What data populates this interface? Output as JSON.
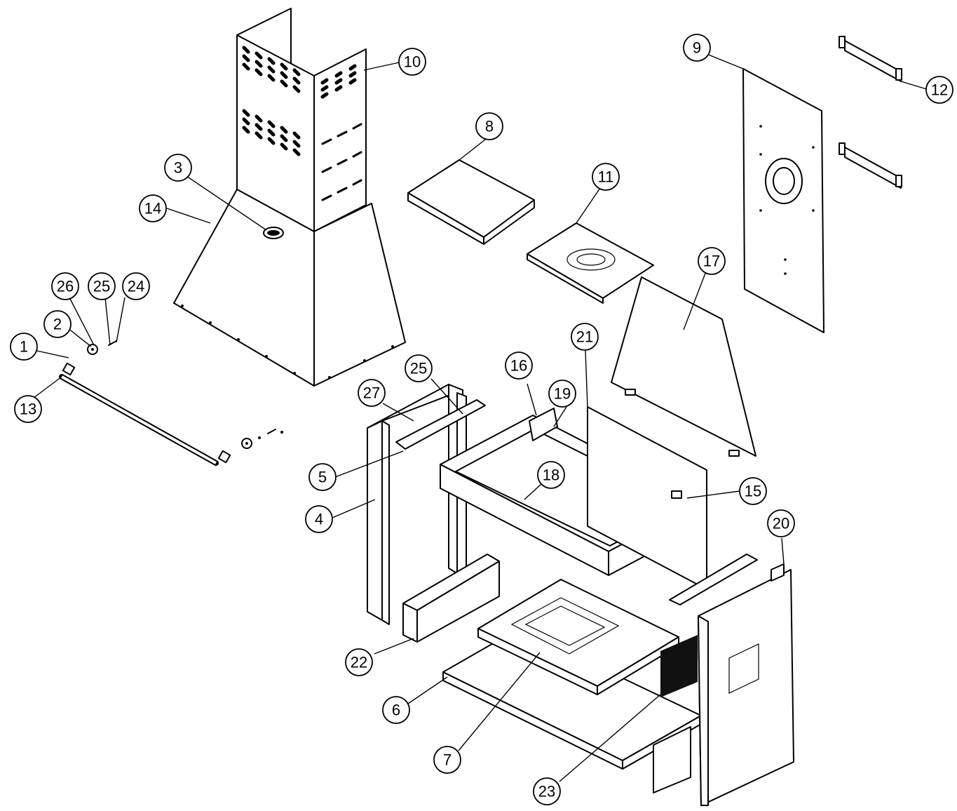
{
  "callouts": [
    {
      "num": "1"
    },
    {
      "num": "2"
    },
    {
      "num": "3"
    },
    {
      "num": "4"
    },
    {
      "num": "5"
    },
    {
      "num": "6"
    },
    {
      "num": "7"
    },
    {
      "num": "8"
    },
    {
      "num": "9"
    },
    {
      "num": "10"
    },
    {
      "num": "11"
    },
    {
      "num": "12"
    },
    {
      "num": "13"
    },
    {
      "num": "14"
    },
    {
      "num": "15"
    },
    {
      "num": "16"
    },
    {
      "num": "17"
    },
    {
      "num": "18"
    },
    {
      "num": "19"
    },
    {
      "num": "20"
    },
    {
      "num": "21"
    },
    {
      "num": "22"
    },
    {
      "num": "23"
    },
    {
      "num": "24"
    },
    {
      "num": "25"
    },
    {
      "num": "26"
    },
    {
      "num": "25"
    },
    {
      "num": "27"
    }
  ]
}
